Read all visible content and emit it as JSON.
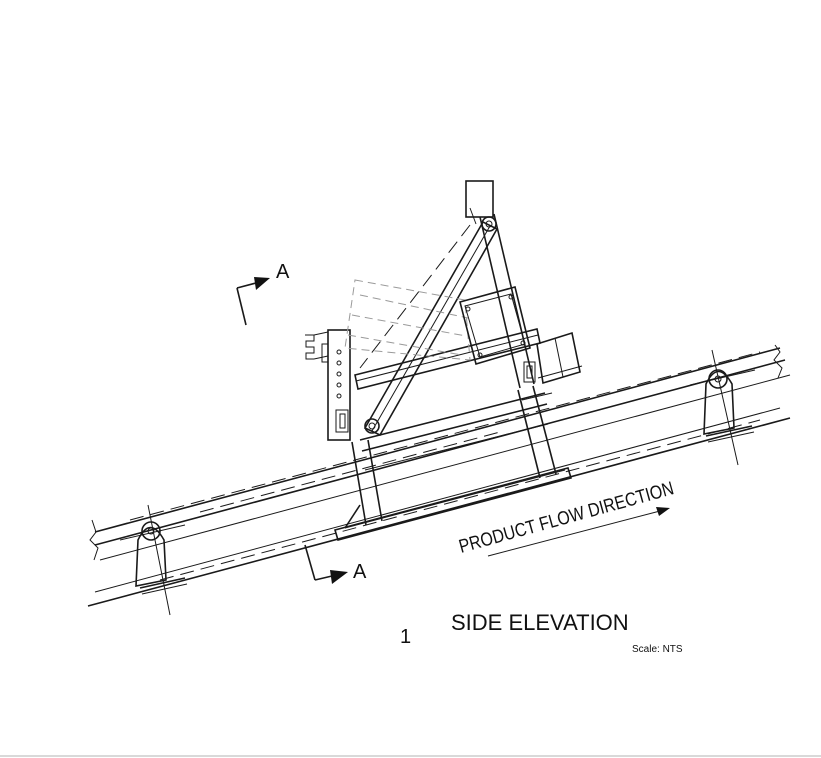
{
  "section_marker_top": "A",
  "section_marker_bottom": "A",
  "flow_label": "PRODUCT FLOW DIRECTION",
  "view_number": "1",
  "view_title": "SIDE ELEVATION",
  "scale_label": "Scale: NTS"
}
